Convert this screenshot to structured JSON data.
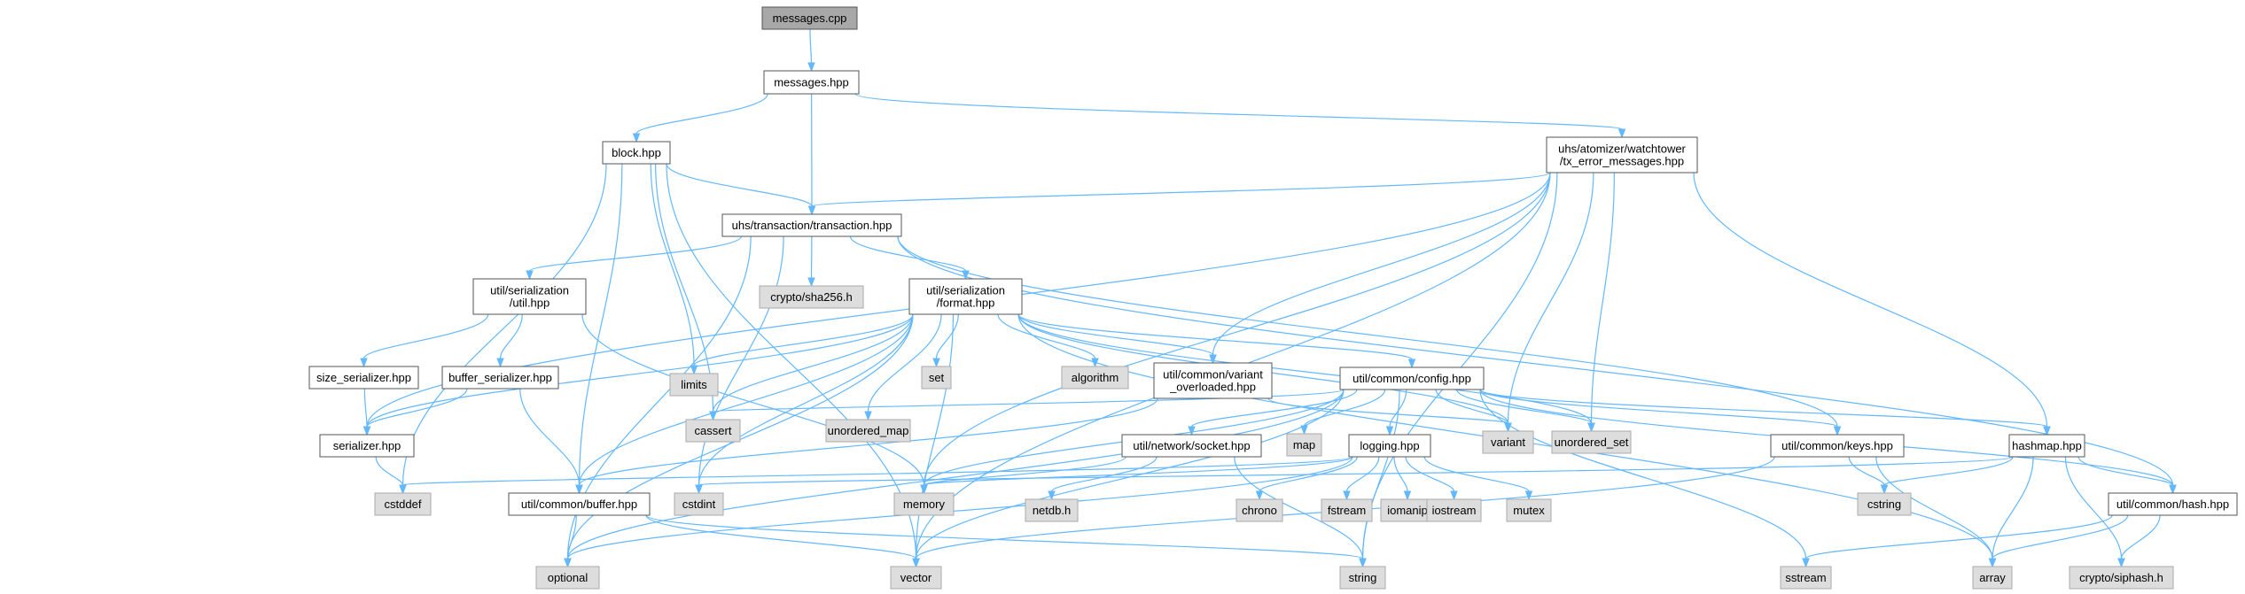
{
  "diagram": {
    "kind": "include-dependency-graph",
    "colors": {
      "edge": "#63b8ff",
      "root_fill": "#a8a8a8",
      "local_fill": "#ffffff",
      "local_border": "#555555",
      "system_fill": "#dddddd",
      "system_border": "#aaaaaa"
    },
    "nodes": [
      {
        "id": "messages_cpp",
        "kind": "root",
        "lines": [
          "messages.cpp"
        ]
      },
      {
        "id": "messages_hpp",
        "kind": "local",
        "lines": [
          "messages.hpp"
        ]
      },
      {
        "id": "block_hpp",
        "kind": "local",
        "lines": [
          "block.hpp"
        ]
      },
      {
        "id": "tx_error",
        "kind": "local",
        "lines": [
          "uhs/atomizer/watchtower",
          "/tx_error_messages.hpp"
        ]
      },
      {
        "id": "transaction_hpp",
        "kind": "local",
        "lines": [
          "uhs/transaction/transaction.hpp"
        ]
      },
      {
        "id": "ser_util",
        "kind": "local",
        "lines": [
          "util/serialization",
          "/util.hpp"
        ]
      },
      {
        "id": "sha256",
        "kind": "system",
        "lines": [
          "crypto/sha256.h"
        ]
      },
      {
        "id": "ser_format",
        "kind": "local",
        "lines": [
          "util/serialization",
          "/format.hpp"
        ]
      },
      {
        "id": "limits",
        "kind": "system",
        "lines": [
          "limits"
        ]
      },
      {
        "id": "set",
        "kind": "system",
        "lines": [
          "set"
        ]
      },
      {
        "id": "algorithm",
        "kind": "system",
        "lines": [
          "algorithm"
        ]
      },
      {
        "id": "variant_ovl",
        "kind": "local",
        "lines": [
          "util/common/variant",
          "_overloaded.hpp"
        ]
      },
      {
        "id": "size_ser",
        "kind": "local",
        "lines": [
          "size_serializer.hpp"
        ]
      },
      {
        "id": "buf_ser",
        "kind": "local",
        "lines": [
          "buffer_serializer.hpp"
        ]
      },
      {
        "id": "config_hpp",
        "kind": "local",
        "lines": [
          "util/common/config.hpp"
        ]
      },
      {
        "id": "serializer_hpp",
        "kind": "local",
        "lines": [
          "serializer.hpp"
        ]
      },
      {
        "id": "cassert",
        "kind": "system",
        "lines": [
          "cassert"
        ]
      },
      {
        "id": "unordered_map",
        "kind": "system",
        "lines": [
          "unordered_map"
        ]
      },
      {
        "id": "map",
        "kind": "system",
        "lines": [
          "map"
        ]
      },
      {
        "id": "variant",
        "kind": "system",
        "lines": [
          "variant"
        ]
      },
      {
        "id": "unordered_set",
        "kind": "system",
        "lines": [
          "unordered_set"
        ]
      },
      {
        "id": "keys_hpp",
        "kind": "local",
        "lines": [
          "util/common/keys.hpp"
        ]
      },
      {
        "id": "hashmap_hpp",
        "kind": "local",
        "lines": [
          "hashmap.hpp"
        ]
      },
      {
        "id": "socket_hpp",
        "kind": "local",
        "lines": [
          "util/network/socket.hpp"
        ]
      },
      {
        "id": "logging_hpp",
        "kind": "local",
        "lines": [
          "logging.hpp"
        ]
      },
      {
        "id": "cstddef",
        "kind": "system",
        "lines": [
          "cstddef"
        ]
      },
      {
        "id": "buffer_hpp",
        "kind": "local",
        "lines": [
          "util/common/buffer.hpp"
        ]
      },
      {
        "id": "cstdint",
        "kind": "system",
        "lines": [
          "cstdint"
        ]
      },
      {
        "id": "memory",
        "kind": "system",
        "lines": [
          "memory"
        ]
      },
      {
        "id": "netdb",
        "kind": "system",
        "lines": [
          "netdb.h"
        ]
      },
      {
        "id": "chrono",
        "kind": "system",
        "lines": [
          "chrono"
        ]
      },
      {
        "id": "fstream",
        "kind": "system",
        "lines": [
          "fstream"
        ]
      },
      {
        "id": "iomanip",
        "kind": "system",
        "lines": [
          "iomanip"
        ]
      },
      {
        "id": "iostream",
        "kind": "system",
        "lines": [
          "iostream"
        ]
      },
      {
        "id": "mutex",
        "kind": "system",
        "lines": [
          "mutex"
        ]
      },
      {
        "id": "cstring",
        "kind": "system",
        "lines": [
          "cstring"
        ]
      },
      {
        "id": "hash_hpp",
        "kind": "local",
        "lines": [
          "util/common/hash.hpp"
        ]
      },
      {
        "id": "optional",
        "kind": "system",
        "lines": [
          "optional"
        ]
      },
      {
        "id": "vector",
        "kind": "system",
        "lines": [
          "vector"
        ]
      },
      {
        "id": "string",
        "kind": "system",
        "lines": [
          "string"
        ]
      },
      {
        "id": "sstream",
        "kind": "system",
        "lines": [
          "sstream"
        ]
      },
      {
        "id": "array",
        "kind": "system",
        "lines": [
          "array"
        ]
      },
      {
        "id": "siphash",
        "kind": "system",
        "lines": [
          "crypto/siphash.h"
        ]
      }
    ],
    "edges": [
      [
        "messages_cpp",
        "messages_hpp"
      ],
      [
        "messages_hpp",
        "block_hpp"
      ],
      [
        "messages_hpp",
        "transaction_hpp"
      ],
      [
        "messages_hpp",
        "tx_error"
      ],
      [
        "block_hpp",
        "transaction_hpp"
      ],
      [
        "block_hpp",
        "limits"
      ],
      [
        "block_hpp",
        "cassert"
      ],
      [
        "block_hpp",
        "cstddef"
      ],
      [
        "block_hpp",
        "buffer_hpp"
      ],
      [
        "block_hpp",
        "vector"
      ],
      [
        "tx_error",
        "transaction_hpp"
      ],
      [
        "tx_error",
        "serializer_hpp"
      ],
      [
        "tx_error",
        "variant_ovl"
      ],
      [
        "tx_error",
        "memory"
      ],
      [
        "tx_error",
        "variant"
      ],
      [
        "tx_error",
        "unordered_set"
      ],
      [
        "tx_error",
        "vector"
      ],
      [
        "tx_error",
        "string"
      ],
      [
        "tx_error",
        "hashmap_hpp"
      ],
      [
        "transaction_hpp",
        "ser_util"
      ],
      [
        "transaction_hpp",
        "sha256"
      ],
      [
        "transaction_hpp",
        "ser_format"
      ],
      [
        "transaction_hpp",
        "keys_hpp"
      ],
      [
        "transaction_hpp",
        "hash_hpp"
      ],
      [
        "transaction_hpp",
        "cstdint"
      ],
      [
        "transaction_hpp",
        "optional"
      ],
      [
        "ser_util",
        "size_ser"
      ],
      [
        "ser_util",
        "buf_ser"
      ],
      [
        "ser_util",
        "memory"
      ],
      [
        "size_ser",
        "serializer_hpp"
      ],
      [
        "buf_ser",
        "serializer_hpp"
      ],
      [
        "buf_ser",
        "buffer_hpp"
      ],
      [
        "serializer_hpp",
        "cstddef"
      ],
      [
        "ser_format",
        "limits"
      ],
      [
        "ser_format",
        "set"
      ],
      [
        "ser_format",
        "algorithm"
      ],
      [
        "ser_format",
        "variant_ovl"
      ],
      [
        "ser_format",
        "config_hpp"
      ],
      [
        "ser_format",
        "serializer_hpp"
      ],
      [
        "ser_format",
        "cassert"
      ],
      [
        "ser_format",
        "unordered_map"
      ],
      [
        "ser_format",
        "variant"
      ],
      [
        "ser_format",
        "unordered_set"
      ],
      [
        "ser_format",
        "buffer_hpp"
      ],
      [
        "ser_format",
        "cstdint"
      ],
      [
        "ser_format",
        "vector"
      ],
      [
        "ser_format",
        "optional"
      ],
      [
        "ser_format",
        "array"
      ],
      [
        "variant_ovl",
        "variant"
      ],
      [
        "variant_ovl",
        "buffer_hpp"
      ],
      [
        "config_hpp",
        "cassert"
      ],
      [
        "config_hpp",
        "map"
      ],
      [
        "config_hpp",
        "variant"
      ],
      [
        "config_hpp",
        "unordered_set"
      ],
      [
        "config_hpp",
        "keys_hpp"
      ],
      [
        "config_hpp",
        "hashmap_hpp"
      ],
      [
        "config_hpp",
        "hash_hpp"
      ],
      [
        "config_hpp",
        "socket_hpp"
      ],
      [
        "config_hpp",
        "logging_hpp"
      ],
      [
        "config_hpp",
        "memory"
      ],
      [
        "config_hpp",
        "optional"
      ],
      [
        "config_hpp",
        "vector"
      ],
      [
        "config_hpp",
        "string"
      ],
      [
        "config_hpp",
        "sstream"
      ],
      [
        "keys_hpp",
        "cstring"
      ],
      [
        "keys_hpp",
        "array"
      ],
      [
        "keys_hpp",
        "vector"
      ],
      [
        "hashmap_hpp",
        "hash_hpp"
      ],
      [
        "hashmap_hpp",
        "cstring"
      ],
      [
        "hashmap_hpp",
        "array"
      ],
      [
        "hashmap_hpp",
        "siphash"
      ],
      [
        "hashmap_hpp",
        "cstdint"
      ],
      [
        "hash_hpp",
        "array"
      ],
      [
        "hash_hpp",
        "siphash"
      ],
      [
        "hash_hpp",
        "sstream"
      ],
      [
        "socket_hpp",
        "netdb"
      ],
      [
        "socket_hpp",
        "memory"
      ],
      [
        "socket_hpp",
        "string"
      ],
      [
        "logging_hpp",
        "chrono"
      ],
      [
        "logging_hpp",
        "fstream"
      ],
      [
        "logging_hpp",
        "iomanip"
      ],
      [
        "logging_hpp",
        "iostream"
      ],
      [
        "logging_hpp",
        "mutex"
      ],
      [
        "logging_hpp",
        "memory"
      ],
      [
        "logging_hpp",
        "cstddef"
      ],
      [
        "logging_hpp",
        "optional"
      ],
      [
        "buffer_hpp",
        "optional"
      ],
      [
        "buffer_hpp",
        "vector"
      ],
      [
        "buffer_hpp",
        "string"
      ]
    ]
  }
}
